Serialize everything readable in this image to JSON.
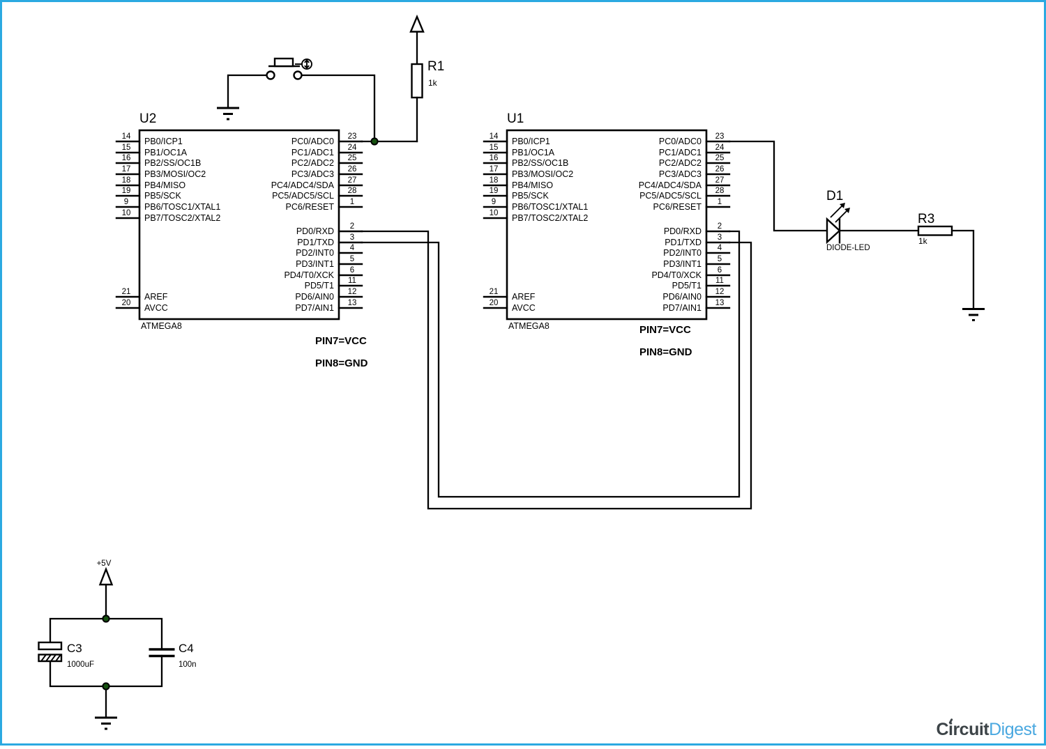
{
  "page": {
    "border_color": "#2BA9E1",
    "background_color": "#FFFFFF",
    "junction_dot_color": "#15510F"
  },
  "components": {
    "u2": {
      "ref": "U2",
      "part": "ATMEGA8",
      "note_vcc": "PIN7=VCC",
      "note_gnd": "PIN8=GND",
      "left_pins": [
        {
          "num": "14",
          "label": "PB0/ICP1"
        },
        {
          "num": "15",
          "label": "PB1/OC1A"
        },
        {
          "num": "16",
          "label": "PB2/SS/OC1B"
        },
        {
          "num": "17",
          "label": "PB3/MOSI/OC2"
        },
        {
          "num": "18",
          "label": "PB4/MISO"
        },
        {
          "num": "19",
          "label": "PB5/SCK"
        },
        {
          "num": "9",
          "label": "PB6/TOSC1/XTAL1"
        },
        {
          "num": "10",
          "label": "PB7/TOSC2/XTAL2"
        }
      ],
      "bottom_left_pins": [
        {
          "num": "21",
          "label": "AREF"
        },
        {
          "num": "20",
          "label": "AVCC"
        }
      ],
      "right_top_pins": [
        {
          "num": "23",
          "label": "PC0/ADC0"
        },
        {
          "num": "24",
          "label": "PC1/ADC1"
        },
        {
          "num": "25",
          "label": "PC2/ADC2"
        },
        {
          "num": "26",
          "label": "PC3/ADC3"
        },
        {
          "num": "27",
          "label": "PC4/ADC4/SDA"
        },
        {
          "num": "28",
          "label": "PC5/ADC5/SCL"
        },
        {
          "num": "1",
          "label": "PC6/RESET"
        }
      ],
      "right_bottom_pins": [
        {
          "num": "2",
          "label": "PD0/RXD"
        },
        {
          "num": "3",
          "label": "PD1/TXD"
        },
        {
          "num": "4",
          "label": "PD2/INT0"
        },
        {
          "num": "5",
          "label": "PD3/INT1"
        },
        {
          "num": "6",
          "label": "PD4/T0/XCK"
        },
        {
          "num": "11",
          "label": "PD5/T1"
        },
        {
          "num": "12",
          "label": "PD6/AIN0"
        },
        {
          "num": "13",
          "label": "PD7/AIN1"
        }
      ]
    },
    "u1": {
      "ref": "U1",
      "part": "ATMEGA8",
      "note_vcc": "PIN7=VCC",
      "note_gnd": "PIN8=GND",
      "left_pins": [
        {
          "num": "14",
          "label": "PB0/ICP1"
        },
        {
          "num": "15",
          "label": "PB1/OC1A"
        },
        {
          "num": "16",
          "label": "PB2/SS/OC1B"
        },
        {
          "num": "17",
          "label": "PB3/MOSI/OC2"
        },
        {
          "num": "18",
          "label": "PB4/MISO"
        },
        {
          "num": "19",
          "label": "PB5/SCK"
        },
        {
          "num": "9",
          "label": "PB6/TOSC1/XTAL1"
        },
        {
          "num": "10",
          "label": "PB7/TOSC2/XTAL2"
        }
      ],
      "bottom_left_pins": [
        {
          "num": "21",
          "label": "AREF"
        },
        {
          "num": "20",
          "label": "AVCC"
        }
      ],
      "right_top_pins": [
        {
          "num": "23",
          "label": "PC0/ADC0"
        },
        {
          "num": "24",
          "label": "PC1/ADC1"
        },
        {
          "num": "25",
          "label": "PC2/ADC2"
        },
        {
          "num": "26",
          "label": "PC3/ADC3"
        },
        {
          "num": "27",
          "label": "PC4/ADC4/SDA"
        },
        {
          "num": "28",
          "label": "PC5/ADC5/SCL"
        },
        {
          "num": "1",
          "label": "PC6/RESET"
        }
      ],
      "right_bottom_pins": [
        {
          "num": "2",
          "label": "PD0/RXD"
        },
        {
          "num": "3",
          "label": "PD1/TXD"
        },
        {
          "num": "4",
          "label": "PD2/INT0"
        },
        {
          "num": "5",
          "label": "PD3/INT1"
        },
        {
          "num": "6",
          "label": "PD4/T0/XCK"
        },
        {
          "num": "11",
          "label": "PD5/T1"
        },
        {
          "num": "12",
          "label": "PD6/AIN0"
        },
        {
          "num": "13",
          "label": "PD7/AIN1"
        }
      ]
    },
    "r1": {
      "ref": "R1",
      "value": "1k"
    },
    "r3": {
      "ref": "R3",
      "value": "1k"
    },
    "d1": {
      "ref": "D1",
      "part": "DIODE-LED"
    },
    "c3": {
      "ref": "C3",
      "value": "1000uF"
    },
    "c4": {
      "ref": "C4",
      "value": "100n"
    },
    "power": {
      "supply_label": "+5V"
    }
  },
  "branding": {
    "logo_part1": "Circuit",
    "logo_part2": "Digest",
    "logo_color_dark": "#3D4448",
    "logo_color_blue": "#4AA8E0"
  }
}
